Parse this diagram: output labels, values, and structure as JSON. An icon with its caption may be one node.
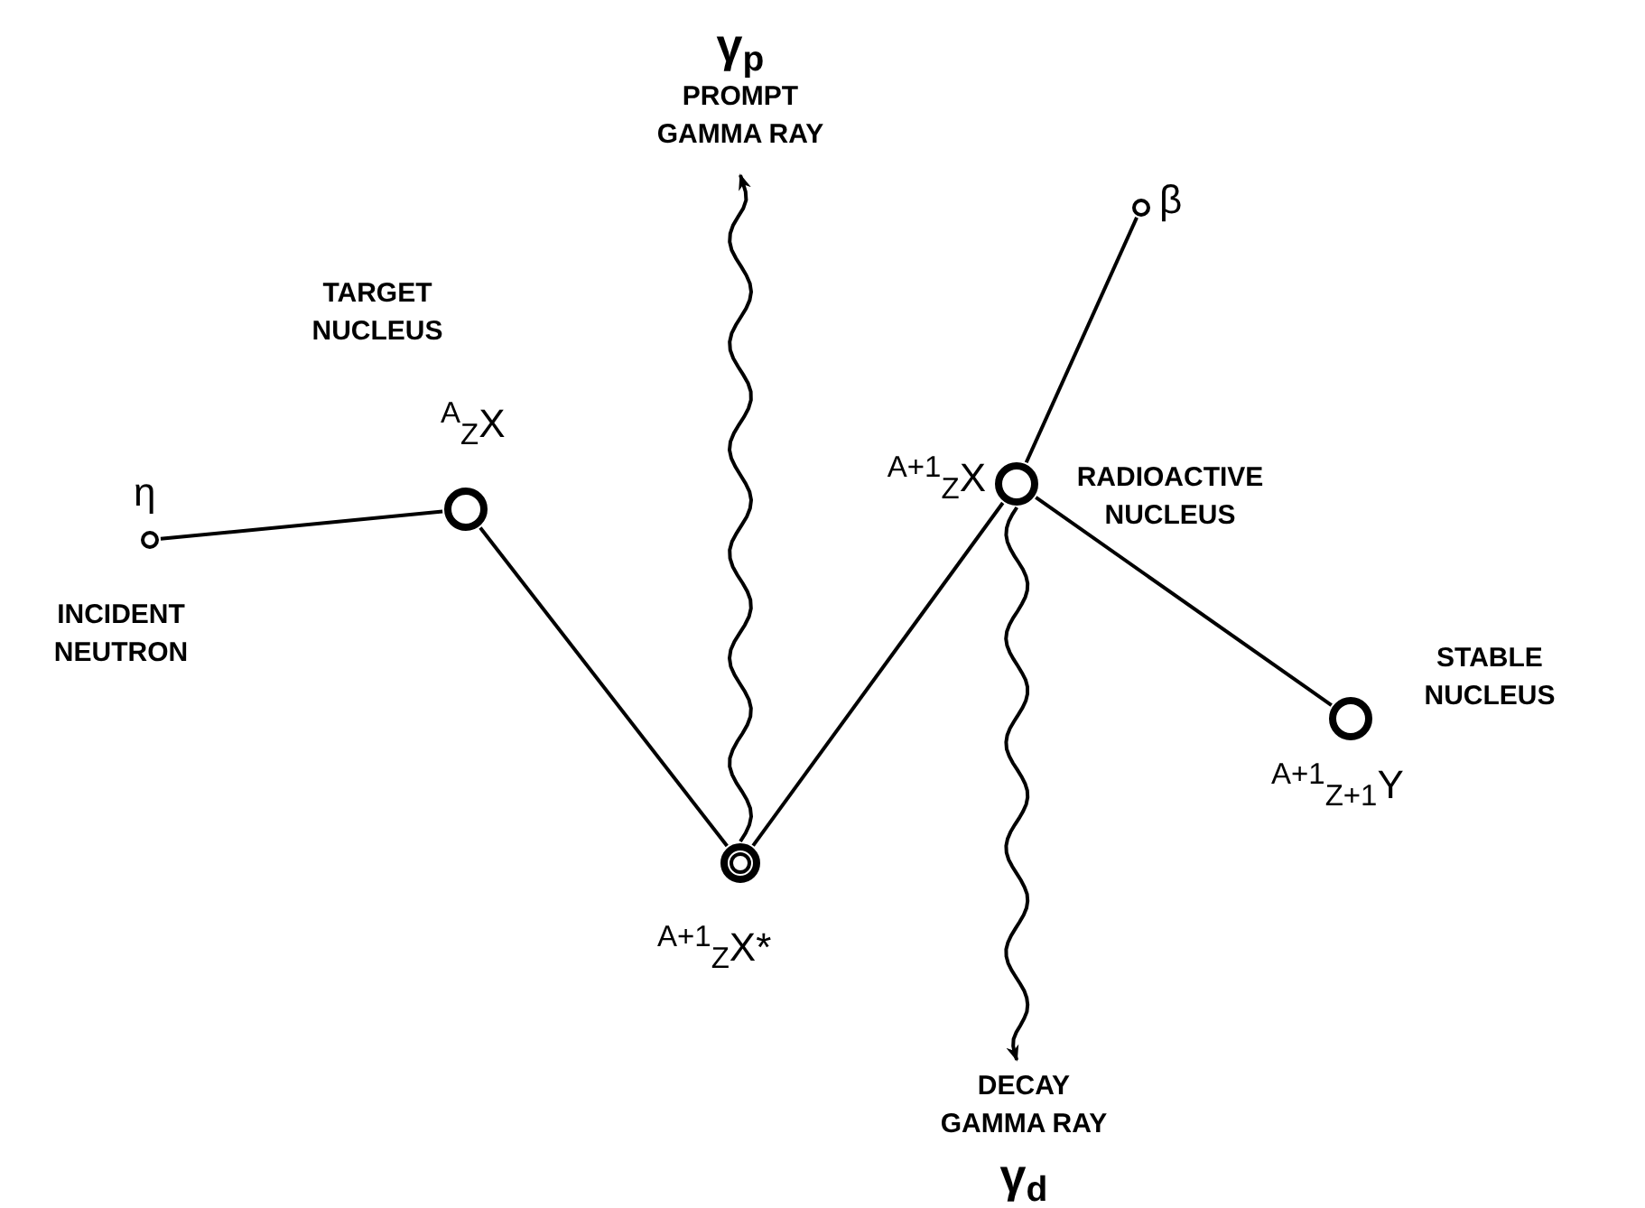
{
  "diagram": {
    "nodes": [
      {
        "text": [
          "η",
          "INCIDENT NEUTRON"
        ]
      },
      {
        "text": [
          "TARGET NUCLEUS",
          "$^{A}$$_{Z}$X"
        ]
      },
      {
        "text": [
          "$^{A+1}$$_{Z}$X*"
        ]
      },
      {
        "text": [
          "$^{A+1}$$_{Z}$X",
          "RADIOACTIVE NUCLEUS"
        ]
      },
      {
        "text": [
          "β"
        ]
      },
      {
        "text": [
          "STABLE NUCLEUS",
          "$^{A+1}$$_{Z+1}$Y"
        ]
      },
      {
        "text": [
          "γ$_{p}$",
          "PROMPT GAMMA RAY"
        ]
      },
      {
        "text": [
          "DECAY GAMMA RAY",
          "γ$_{d}$"
        ]
      }
    ],
    "edges": [
      {
        "from": 0,
        "to": 1,
        "arrow": "none"
      },
      {
        "from": 1,
        "to": 2,
        "arrow": "none"
      },
      {
        "from": 2,
        "to": 3,
        "arrow": "none"
      },
      {
        "from": 3,
        "to": 4,
        "arrow": "none"
      },
      {
        "from": 3,
        "to": 5,
        "arrow": "none"
      },
      {
        "from": 2,
        "to": 6,
        "arrow": "to"
      },
      {
        "from": 3,
        "to": 7,
        "arrow": "to"
      }
    ]
  }
}
